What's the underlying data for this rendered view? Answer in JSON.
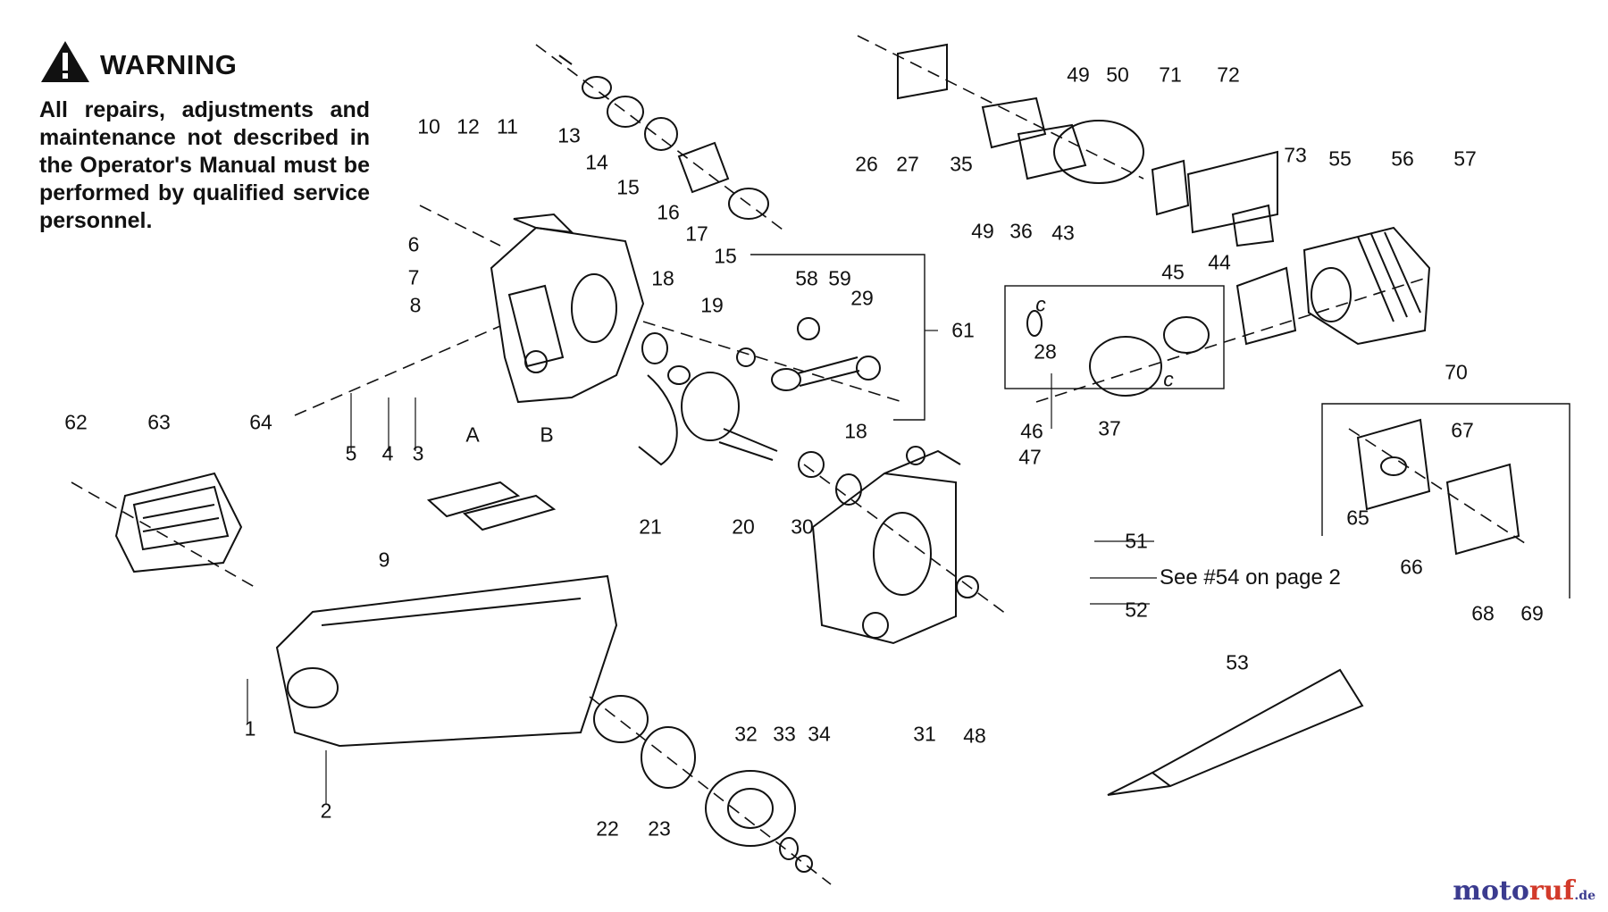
{
  "warning": {
    "heading": "WARNING",
    "body": "All repairs, adjustments and maintenance not described in the Operator's Manual must be performed by qualified service personnel.",
    "icon": "warning-triangle-icon"
  },
  "reference_note": "See #54 on page 2",
  "watermark": {
    "part1": "moto",
    "part2": "ruf",
    "part3": ".de"
  },
  "callouts": [
    "1",
    "2",
    "3",
    "4",
    "5",
    "6",
    "7",
    "8",
    "9",
    "10",
    "11",
    "12",
    "13",
    "14",
    "15",
    "16",
    "17",
    "18",
    "19",
    "20",
    "21",
    "22",
    "23",
    "26",
    "27",
    "28",
    "29",
    "30",
    "31",
    "32",
    "33",
    "34",
    "35",
    "36",
    "37",
    "43",
    "44",
    "45",
    "46",
    "47",
    "48",
    "49",
    "50",
    "51",
    "52",
    "53",
    "55",
    "56",
    "57",
    "58",
    "59",
    "61",
    "62",
    "63",
    "64",
    "65",
    "66",
    "67",
    "68",
    "69",
    "70",
    "71",
    "72",
    "73",
    "A",
    "B",
    "c"
  ],
  "colors": {
    "ink": "#111111",
    "background": "#ffffff"
  }
}
